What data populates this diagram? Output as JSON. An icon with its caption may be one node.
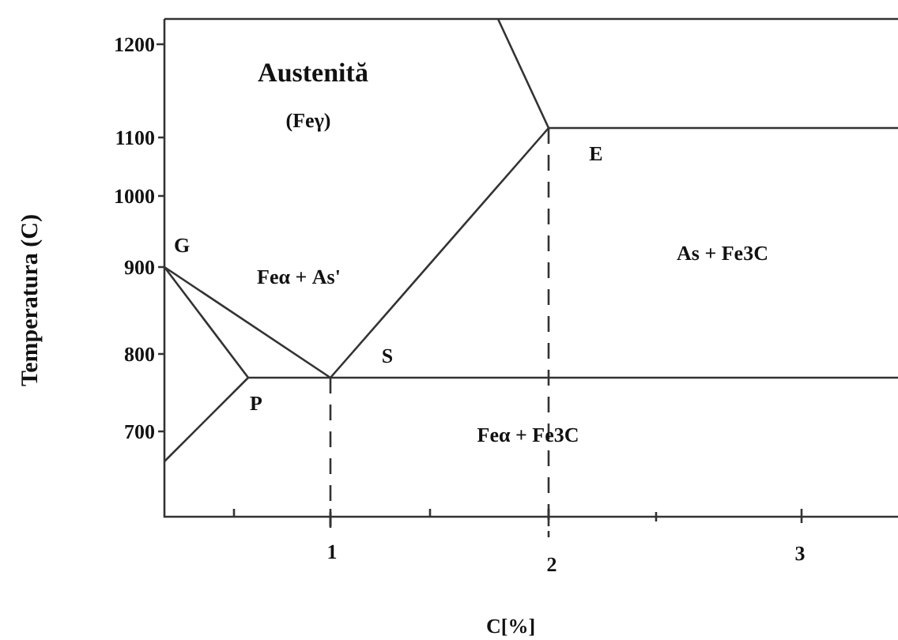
{
  "diagram": {
    "labels": [
      "1200",
      "Austenită",
      "(Feγ)",
      "1100",
      "E",
      "1000",
      "G",
      "900",
      "Feα + As'",
      "As + Fe3C",
      "Temperatura (C)",
      "800",
      "S",
      "P",
      "700",
      "Feα + Fe3C",
      "1",
      "2",
      "3",
      "C[%]"
    ]
  }
}
